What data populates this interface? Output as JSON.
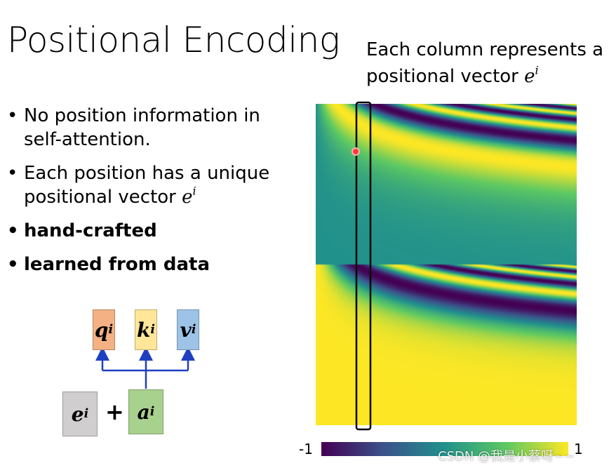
{
  "slide": {
    "title": "Positional Encoding",
    "caption_line1": "Each column represents a",
    "caption_line2": "positional vector",
    "caption_math": "e",
    "caption_sup": "i"
  },
  "bullets": [
    {
      "text": "No position information in self-attention.",
      "bold": false
    },
    {
      "text": "Each position has a unique positional vector",
      "math": "e",
      "sup": "i",
      "bold": false
    },
    {
      "text": "hand-crafted",
      "bold": true
    },
    {
      "text": "learned from data",
      "bold": true
    }
  ],
  "diagram": {
    "q": {
      "base": "q",
      "sup": "i",
      "color": "#f4b183"
    },
    "k": {
      "base": "k",
      "sup": "i",
      "color": "#ffe699"
    },
    "v": {
      "base": "v",
      "sup": "i",
      "color": "#9dc3e6"
    },
    "e": {
      "base": "e",
      "sup": "i",
      "color": "#d0cece"
    },
    "a": {
      "base": "a",
      "sup": "i",
      "color": "#a9d18e"
    },
    "plus": "+",
    "arrow_color": "#1f3fbf"
  },
  "heatmap": {
    "colormap": "viridis",
    "highlight_color": "#000000",
    "pointer_color": "#ff3b3b"
  },
  "colorbar": {
    "min_label": "-1",
    "max_label": "1"
  },
  "watermark": "CSDN @我是小蔡呀~~"
}
